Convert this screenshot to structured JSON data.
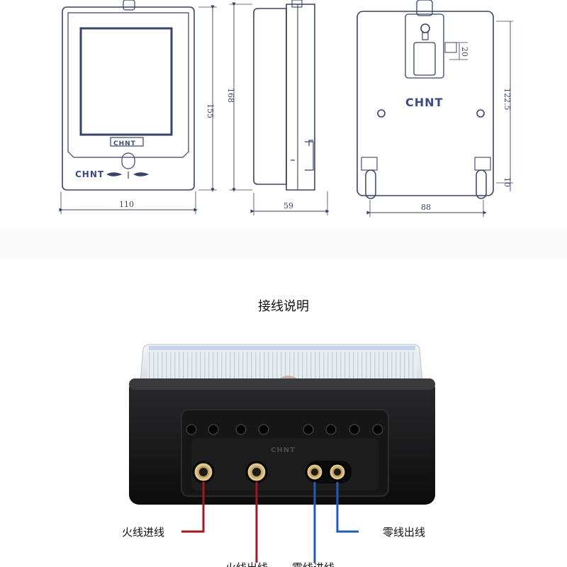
{
  "drawing": {
    "front_view": {
      "brand_label": "CHNT",
      "nameplate_label": "CHNT",
      "width_dim": "110",
      "height_dim": "155"
    },
    "side_view": {
      "height_dim": "168",
      "depth_dim": "59"
    },
    "back_view": {
      "brand_label": "CHNT",
      "hook_dim": "20",
      "hole_height_dim": "122.5",
      "slot_dim": "10",
      "hole_spacing_dim": "88"
    }
  },
  "wiring": {
    "title": "接线说明",
    "terminal_brand": "CHNT",
    "labels": {
      "live_in": "火线进线",
      "live_out": "火线出线",
      "neutral_in": "零线进线",
      "neutral_out": "零线出线"
    },
    "colors": {
      "live": "#a3171f",
      "neutral": "#1f5fb0"
    }
  }
}
